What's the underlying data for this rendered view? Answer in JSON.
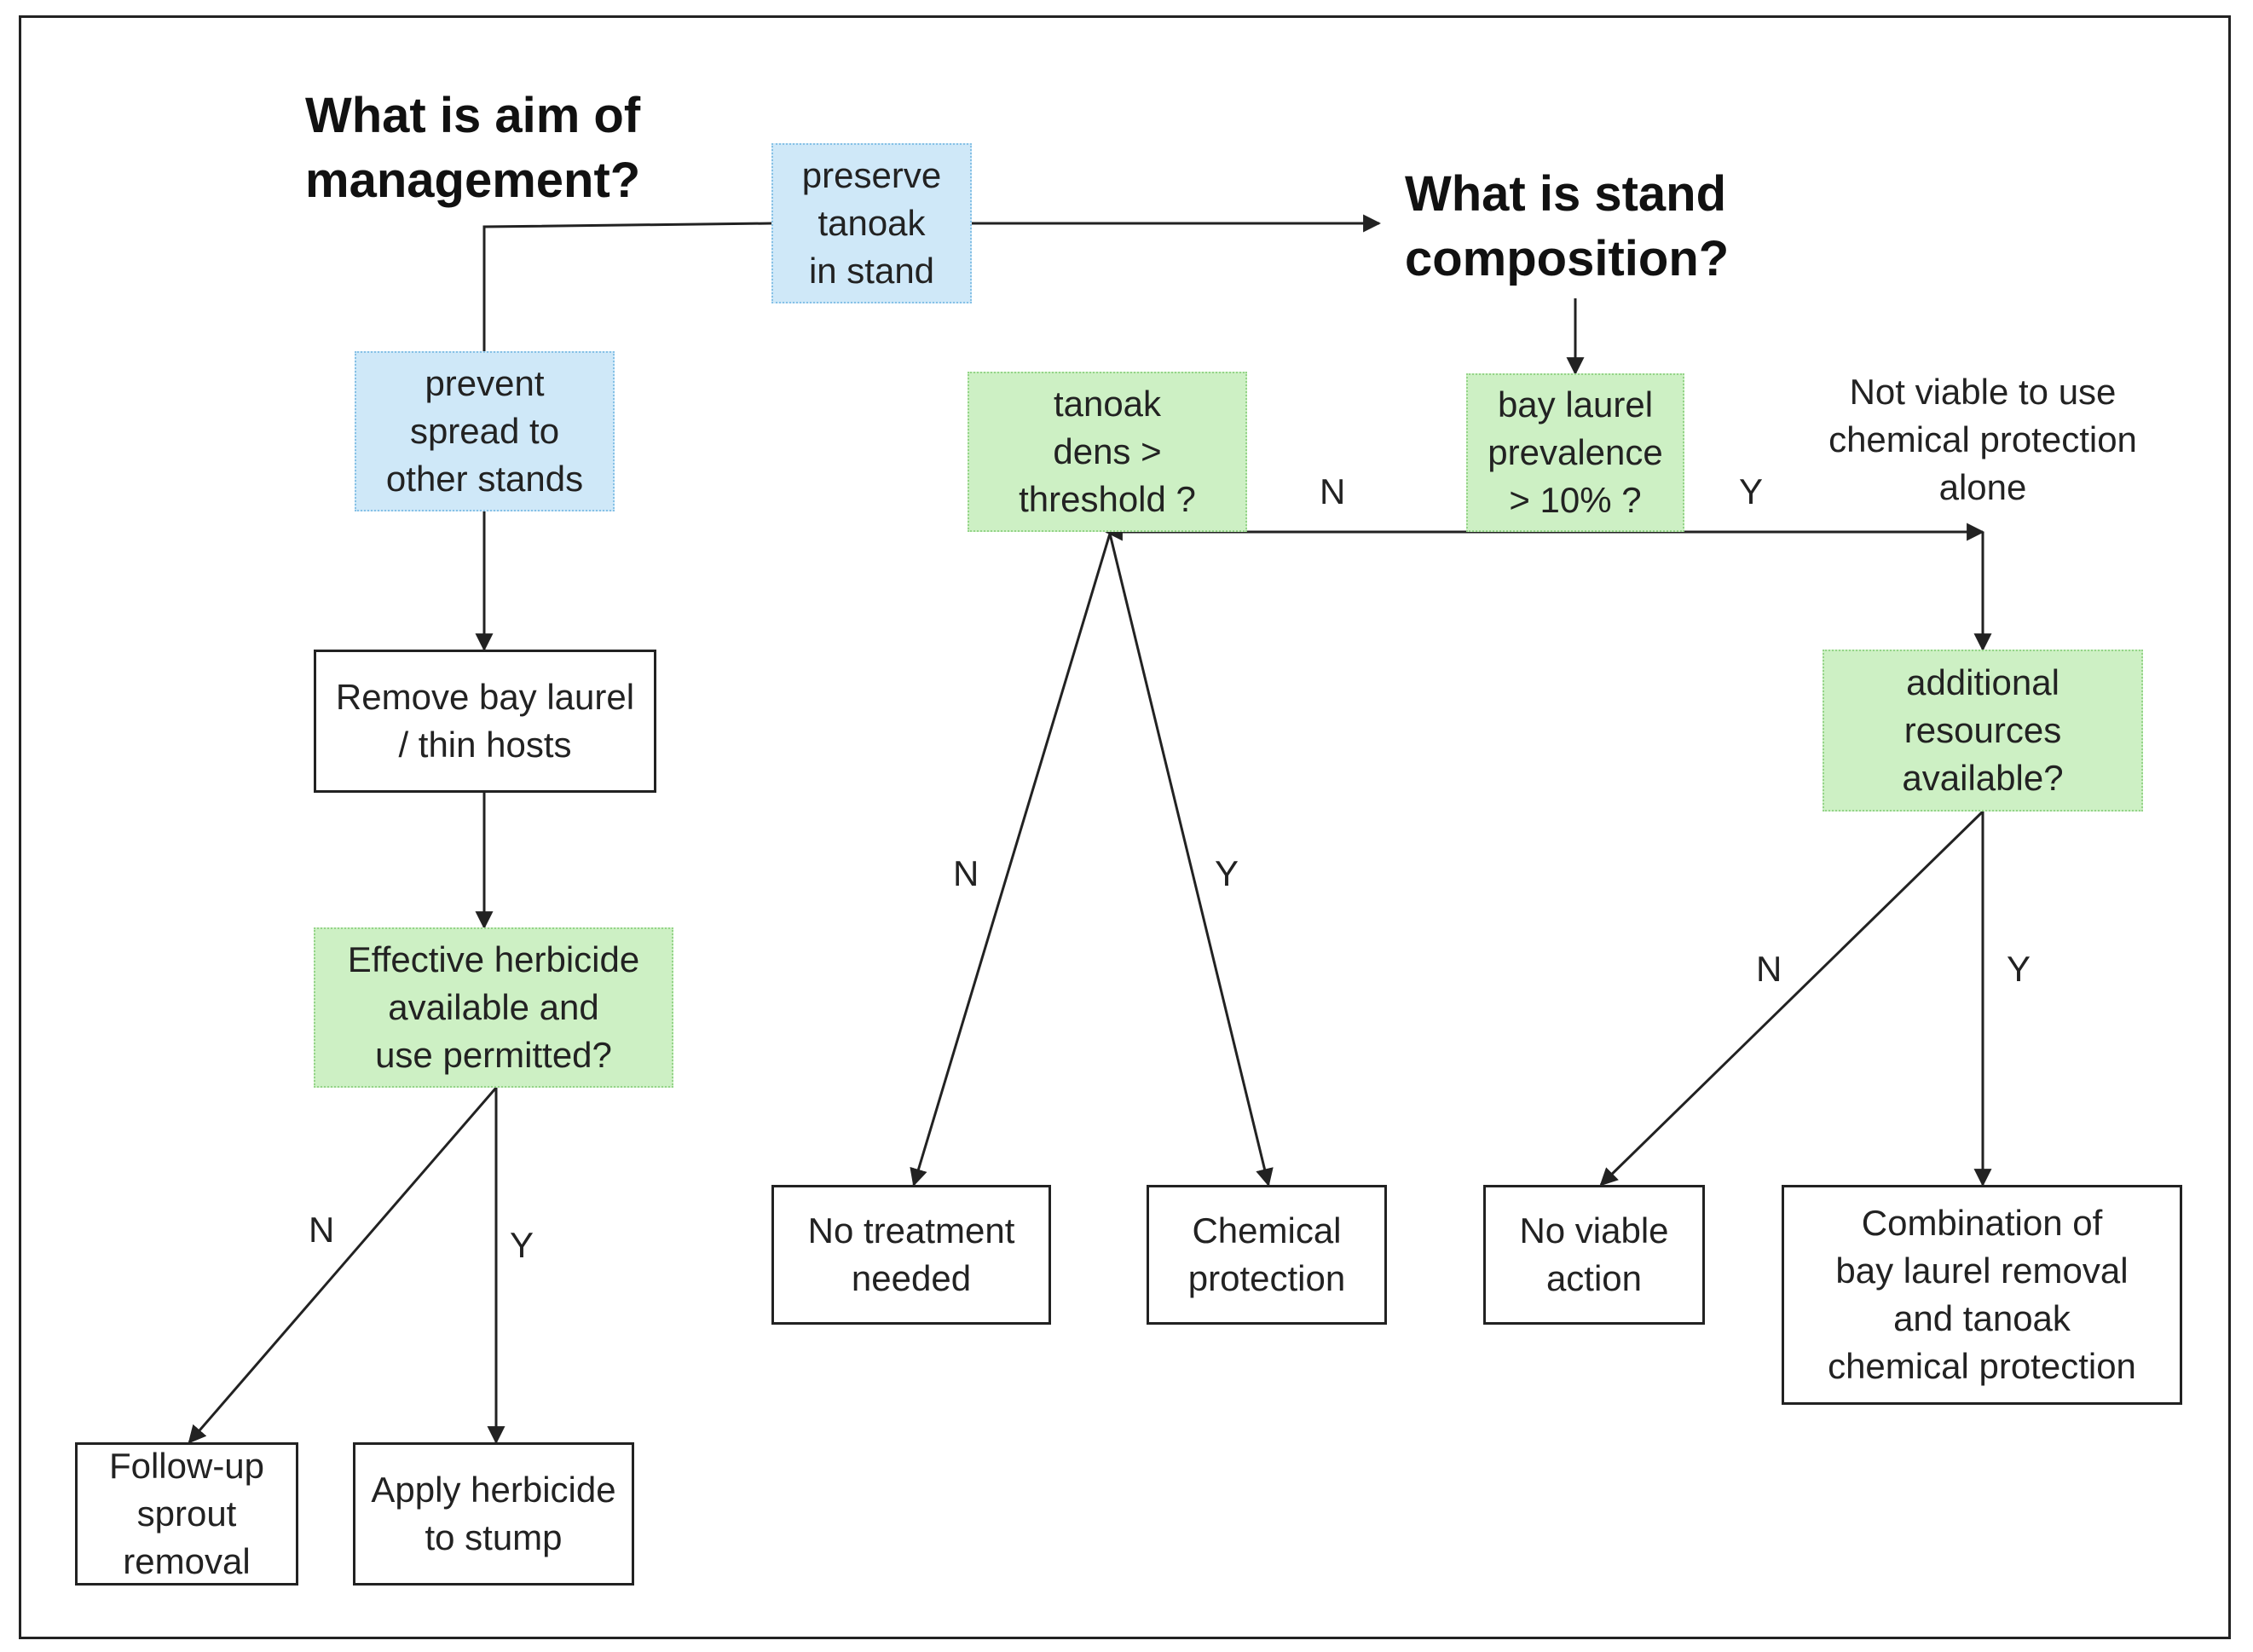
{
  "questions": {
    "aim": "What is aim of\nmanagement?",
    "composition": "What is stand\ncomposition?"
  },
  "nodes": {
    "preserve_tanoak": "preserve\ntanoak\nin stand",
    "prevent_spread": "prevent\nspread  to\nother stands",
    "remove_bay_laurel": "Remove bay laurel\n/ thin hosts",
    "effective_herbicide": "Effective herbicide\navailable and\nuse permitted?",
    "follow_up": "Follow-up\nsprout\nremoval",
    "apply_herbicide": "Apply herbicide\nto stump",
    "tanoak_density": "tanoak\ndens >\nthreshold ?",
    "bay_laurel_prevalence": "bay laurel\nprevalence\n> 10% ?",
    "not_viable_note": "Not viable to use\nchemical protection\nalone",
    "additional_resources": "additional\nresources\navailable?",
    "no_treatment": "No treatment\nneeded",
    "chemical_protection": "Chemical\nprotection",
    "no_viable_action": "No viable\naction",
    "combination": "Combination of\nbay laurel removal\nand tanoak\nchemical protection"
  },
  "edge_labels": {
    "prevalence_no": "N",
    "prevalence_yes": "Y",
    "density_no": "N",
    "density_yes": "Y",
    "resources_no": "N",
    "resources_yes": "Y",
    "herbicide_no": "N",
    "herbicide_yes": "Y"
  },
  "colors": {
    "aim_option_fill": "#cfe8f8",
    "decision_fill": "#cdf0c4",
    "line": "#222222"
  }
}
